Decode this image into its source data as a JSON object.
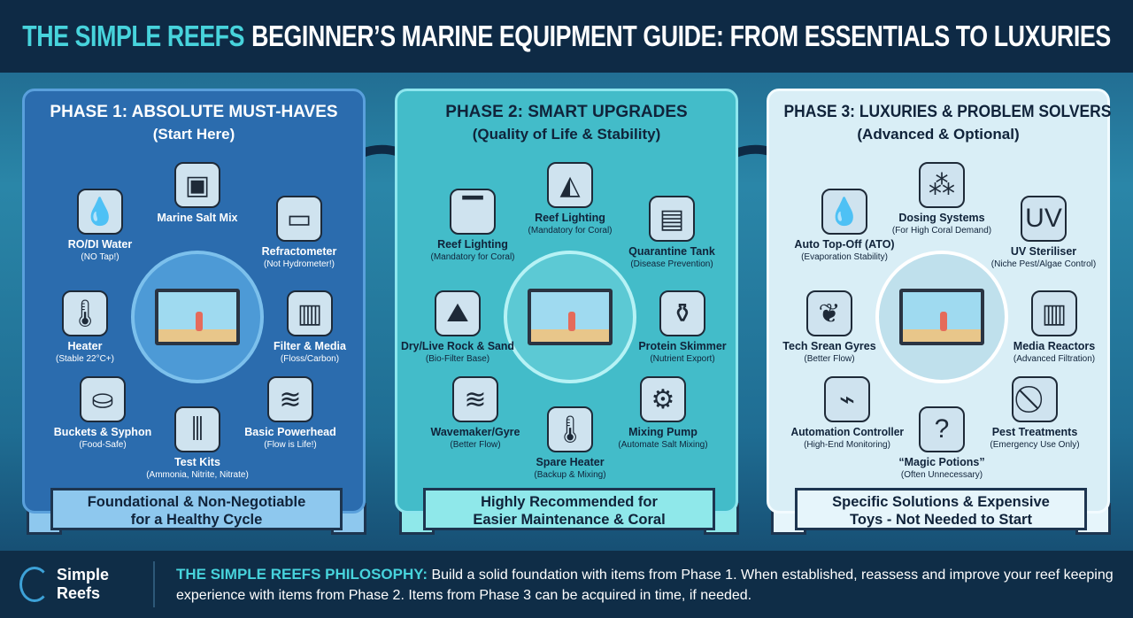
{
  "title": {
    "highlight": "THE SIMPLE REEFS",
    "rest": "BEGINNER’S MARINE EQUIPMENT GUIDE: FROM ESSENTIALS TO LUXURIES"
  },
  "phases": [
    {
      "title": "PHASE 1: ABSOLUTE MUST-HAVES",
      "subtitle": "(Start Here)",
      "ribbon_line1": "Foundational & Non-Negotiable",
      "ribbon_line2": "for a Healthy Cycle",
      "items": [
        {
          "name": "RO/DI Water",
          "note": "(NO Tap!)",
          "icon": "water-drop-icon"
        },
        {
          "name": "Marine Salt Mix",
          "note": "",
          "icon": "salt-bucket-icon"
        },
        {
          "name": "Refractometer",
          "note": "(Not Hydrometer!)",
          "icon": "refractometer-icon"
        },
        {
          "name": "Heater",
          "note": "(Stable 22°C+)",
          "icon": "thermometer-icon"
        },
        {
          "name": "Filter & Media",
          "note": "(Floss/Carbon)",
          "icon": "filter-icon"
        },
        {
          "name": "Buckets & Syphon",
          "note": "(Food-Safe)",
          "icon": "bucket-icon"
        },
        {
          "name": "Test Kits",
          "note": "(Ammonia, Nitrite, Nitrate)",
          "icon": "test-tubes-icon"
        },
        {
          "name": "Basic Powerhead",
          "note": "(Flow is Life!)",
          "icon": "powerhead-icon"
        }
      ]
    },
    {
      "title": "PHASE 2: SMART UPGRADES",
      "subtitle": "(Quality of Life & Stability)",
      "ribbon_line1": "Highly Recommended for",
      "ribbon_line2": "Easier Maintenance & Coral",
      "items": [
        {
          "name": "Reef Lighting",
          "note": "(Mandatory for Coral)",
          "icon": "led-light-icon"
        },
        {
          "name": "Reef Lighting",
          "note": "(Mandatory for Coral)",
          "icon": "light-spectrum-icon"
        },
        {
          "name": "Quarantine Tank",
          "note": "(Disease Prevention)",
          "icon": "quarantine-tank-icon"
        },
        {
          "name": "Dry/Live Rock & Sand",
          "note": "(Bio-Filter Base)",
          "icon": "rock-icon"
        },
        {
          "name": "Protein Skimmer",
          "note": "(Nutrient Export)",
          "icon": "skimmer-icon"
        },
        {
          "name": "Wavemaker/Gyre",
          "note": "(Better Flow)",
          "icon": "wavemaker-icon"
        },
        {
          "name": "Spare Heater",
          "note": "(Backup & Mixing)",
          "icon": "heater-icon"
        },
        {
          "name": "Mixing Pump",
          "note": "(Automate Salt Mixing)",
          "icon": "pump-icon"
        }
      ]
    },
    {
      "title": "PHASE 3: LUXURIES & PROBLEM SOLVERS",
      "subtitle": "(Advanced & Optional)",
      "ribbon_line1": "Specific Solutions & Expensive",
      "ribbon_line2": "Toys - Not Needed to Start",
      "items": [
        {
          "name": "Auto Top-Off (ATO)",
          "note": "(Evaporation Stability)",
          "icon": "ato-icon"
        },
        {
          "name": "Dosing Systems",
          "note": "(For High Coral Demand)",
          "icon": "dosing-icon"
        },
        {
          "name": "UV Steriliser",
          "note": "(Niche Pest/Algae Control)",
          "icon": "uv-icon"
        },
        {
          "name": "Tech Srean Gyres",
          "note": "(Better Flow)",
          "icon": "coral-icon"
        },
        {
          "name": "Media Reactors",
          "note": "(Advanced Filtration)",
          "icon": "reactor-icon"
        },
        {
          "name": "Automation Controller",
          "note": "(High-End Monitoring)",
          "icon": "controller-icon"
        },
        {
          "name": "“Magic Potions”",
          "note": "(Often Unnecessary)",
          "icon": "potion-bottle-icon"
        },
        {
          "name": "Pest Treatments",
          "note": "(Emergency Use Only)",
          "icon": "no-pest-icon"
        }
      ]
    }
  ],
  "footer": {
    "logo_line1": "Simple",
    "logo_line2": "Reefs",
    "heading": "THE SIMPLE REEFS PHILOSOPHY:",
    "text": "Build a solid foundation with items from Phase 1. When established, reassess and improve your reef keeping experience with items from Phase 2. Items from Phase 3 can be acquired in time, if needed."
  }
}
